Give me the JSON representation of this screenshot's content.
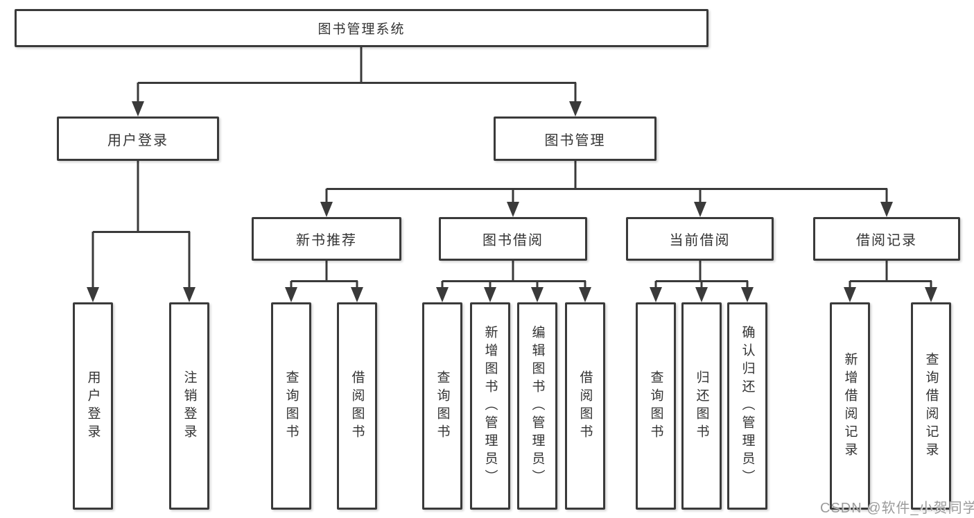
{
  "diagram": {
    "title": "图书管理系统",
    "branches": {
      "user_login": {
        "label": "用户登录",
        "children": [
          "用户登录",
          "注销登录"
        ]
      },
      "book_management": {
        "label": "图书管理",
        "sections": [
          {
            "label": "新书推荐",
            "children": [
              "查询图书",
              "借阅图书"
            ]
          },
          {
            "label": "图书借阅",
            "children": [
              "查询图书",
              "新增图书（管理员）",
              "编辑图书（管理员）",
              "借阅图书"
            ]
          },
          {
            "label": "当前借阅",
            "children": [
              "查询图书",
              "归还图书",
              "确认归还（管理员）"
            ]
          },
          {
            "label": "借阅记录",
            "children": [
              "新增借阅记录",
              "查询借阅记录"
            ]
          }
        ]
      }
    },
    "watermark": "CSDN @软件_小贺同学",
    "colors": {
      "line": "#3a3a3a",
      "box_border": "#3a3a3a",
      "text": "#333333",
      "watermark": "#9b9b9b",
      "background": "#ffffff"
    }
  }
}
